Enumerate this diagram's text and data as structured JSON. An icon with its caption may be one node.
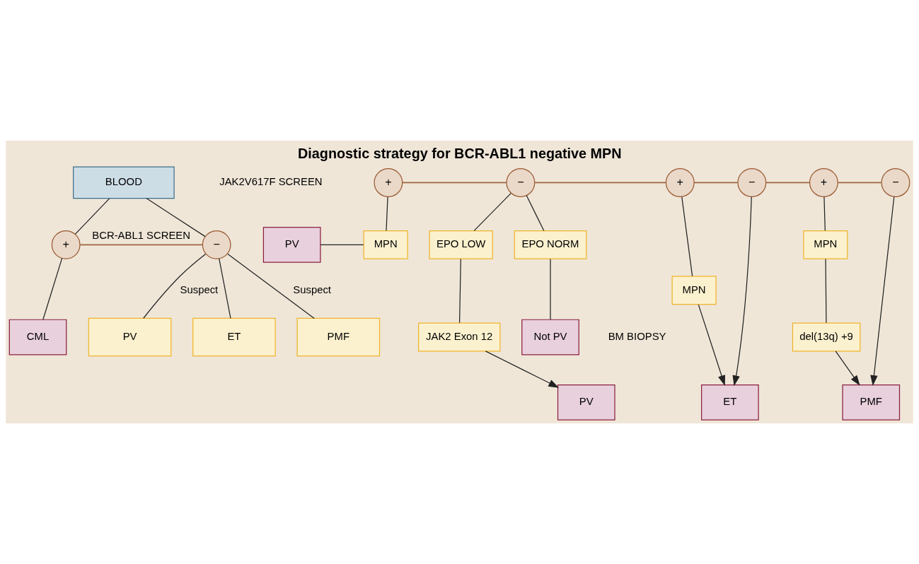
{
  "diagram": {
    "title": "Diagnostic strategy for BCR-ABL1 negative MPN",
    "nodes": [
      {
        "text": [
          "BLOOD"
        ]
      },
      {
        "text": [
          "+"
        ]
      },
      {
        "text": [
          "−"
        ]
      },
      {
        "text": [
          "CML"
        ]
      },
      {
        "text": [
          "PV"
        ]
      },
      {
        "text": [
          "ET"
        ]
      },
      {
        "text": [
          "PMF"
        ]
      },
      {
        "text": [
          "+"
        ]
      },
      {
        "text": [
          "−"
        ]
      },
      {
        "text": [
          "+"
        ]
      },
      {
        "text": [
          "−"
        ]
      },
      {
        "text": [
          "+"
        ]
      },
      {
        "text": [
          "−"
        ]
      },
      {
        "text": [
          "PV"
        ]
      },
      {
        "text": [
          "MPN"
        ]
      },
      {
        "text": [
          "EPO LOW"
        ]
      },
      {
        "text": [
          "EPO NORM"
        ]
      },
      {
        "text": [
          "JAK2 Exon 12"
        ]
      },
      {
        "text": [
          "Not PV"
        ]
      },
      {
        "text": [
          "MPN"
        ]
      },
      {
        "text": [
          "MPN"
        ]
      },
      {
        "text": [
          "del(13q) +9"
        ]
      },
      {
        "text": [
          "PV"
        ]
      },
      {
        "text": [
          "ET"
        ]
      },
      {
        "text": [
          "PMF"
        ]
      }
    ],
    "edges": [
      {
        "from": 0,
        "to": 1,
        "arrow": "none"
      },
      {
        "from": 0,
        "to": 2,
        "arrow": "none"
      },
      {
        "from": 1,
        "to": 2,
        "arrow": "none",
        "label": "BCR-ABL1 SCREEN",
        "color": "#a0653e"
      },
      {
        "from": 1,
        "to": 3,
        "arrow": "none"
      },
      {
        "from": 2,
        "to": 4,
        "arrow": "none",
        "label": "Suspect"
      },
      {
        "from": 2,
        "to": 5,
        "arrow": "none"
      },
      {
        "from": 2,
        "to": 6,
        "arrow": "none",
        "label": "Suspect"
      },
      {
        "from": 7,
        "to": 8,
        "arrow": "none",
        "color": "#a0653e"
      },
      {
        "from": 8,
        "to": 9,
        "arrow": "none",
        "color": "#a0653e"
      },
      {
        "from": 9,
        "to": 10,
        "arrow": "none",
        "color": "#a0653e"
      },
      {
        "from": 10,
        "to": 11,
        "arrow": "none",
        "color": "#a0653e"
      },
      {
        "from": 11,
        "to": 12,
        "arrow": "none",
        "color": "#a0653e"
      },
      {
        "from": 7,
        "to": 14,
        "arrow": "none"
      },
      {
        "from": 13,
        "to": 14,
        "arrow": "none"
      },
      {
        "from": 8,
        "to": 15,
        "arrow": "none"
      },
      {
        "from": 8,
        "to": 16,
        "arrow": "none"
      },
      {
        "from": 15,
        "to": 17,
        "arrow": "none"
      },
      {
        "from": 16,
        "to": 18,
        "arrow": "none"
      },
      {
        "from": 17,
        "to": 22,
        "arrow": "to"
      },
      {
        "from": 9,
        "to": 19,
        "arrow": "none"
      },
      {
        "from": 19,
        "to": 23,
        "arrow": "to"
      },
      {
        "from": 10,
        "to": 23,
        "arrow": "to"
      },
      {
        "from": 11,
        "to": 20,
        "arrow": "none"
      },
      {
        "from": 20,
        "to": 21,
        "arrow": "none"
      },
      {
        "from": 21,
        "to": 24,
        "arrow": "to"
      },
      {
        "from": 12,
        "to": 24,
        "arrow": "to"
      }
    ],
    "labels": [
      "JAK2V617F SCREEN",
      "BM BIOPSY"
    ]
  }
}
